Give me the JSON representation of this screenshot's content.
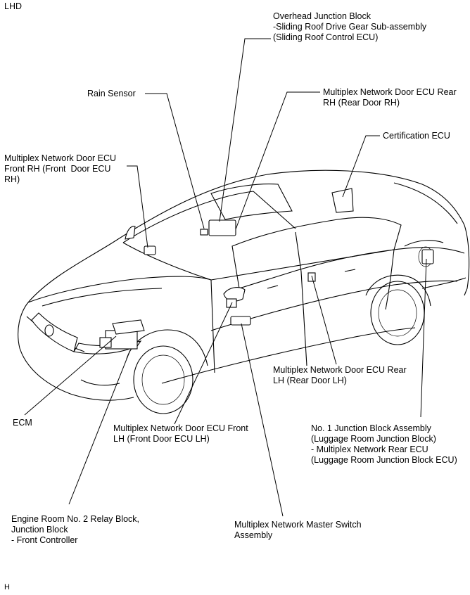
{
  "corner_top": "LHD",
  "corner_bottom": "H",
  "labels": {
    "overhead": "Overhead Junction Block\n-Sliding Roof Drive Gear Sub-assembly\n(Sliding Roof Control ECU)",
    "rain": "Rain Sensor",
    "door_rear_rh": "Multiplex Network Door ECU Rear\nRH (Rear Door RH)",
    "certification": "Certification ECU",
    "door_front_rh": "Multiplex Network Door ECU\nFront RH (Front  Door ECU\nRH)",
    "door_rear_lh": "Multiplex Network Door ECU Rear\nLH (Rear Door LH)",
    "ecm": "ECM",
    "door_front_lh": "Multiplex Network Door ECU Front\nLH (Front Door ECU LH)",
    "junction_block": "No. 1 Junction Block Assembly\n(Luggage Room Junction Block)\n- Multiplex Network Rear ECU\n(Luggage Room Junction Block ECU)",
    "engine_room": "Engine Room No. 2 Relay Block,\nJunction Block\n- Front Controller",
    "master_switch": "Multiplex Network Master Switch\nAssembly"
  }
}
